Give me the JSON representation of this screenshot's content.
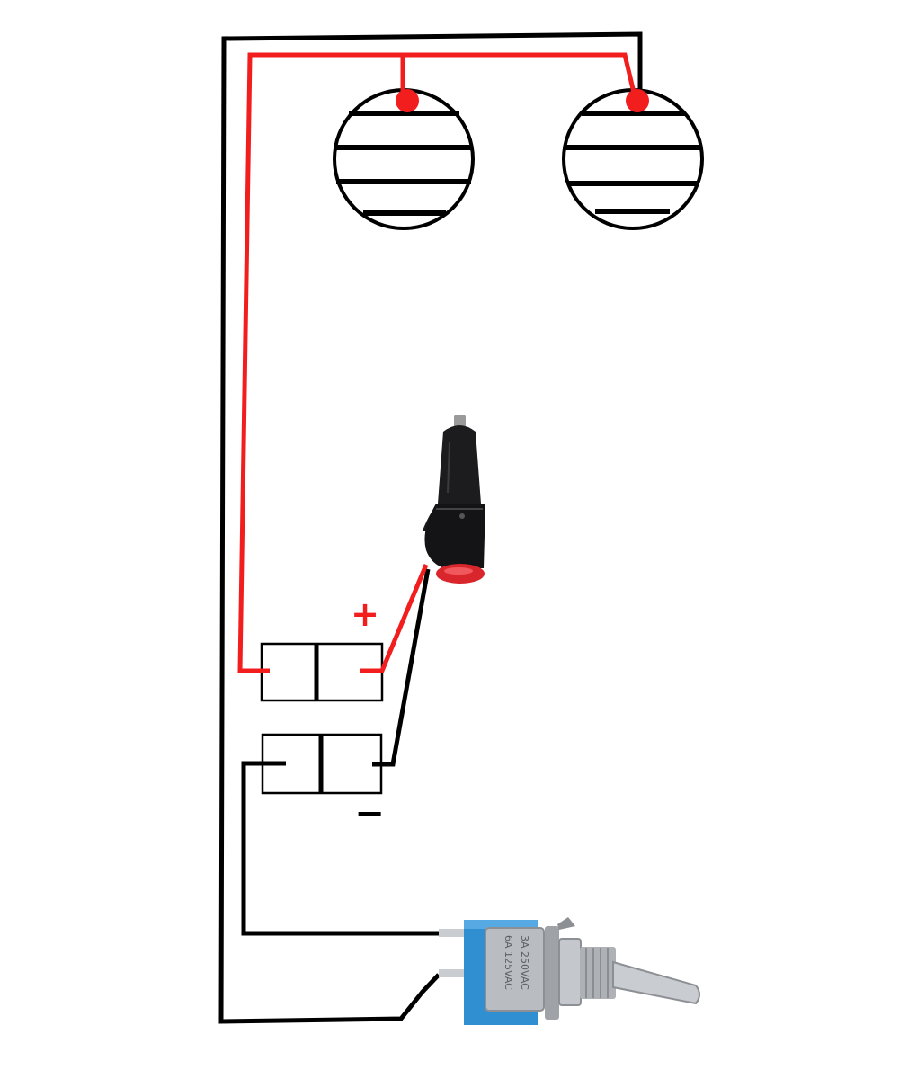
{
  "colors": {
    "positive_wire": "#f21d1d",
    "negative_wire": "#000000",
    "background": "#ffffff",
    "plug_body": "#1c1c1e",
    "plug_button": "#d9262d",
    "switch_body": "#2f8fd0",
    "switch_metal": "#b9bcc0"
  },
  "labels": {
    "positive": "+",
    "negative": "−"
  },
  "switch_marking": {
    "line1": "6A 125VAC",
    "line2": "3A 250VAC"
  },
  "components": {
    "lamps": [
      "lamp-left-icon",
      "lamp-right-icon"
    ],
    "plug": "cigarette-lighter-plug-icon",
    "switch": "toggle-switch-icon",
    "connector_blocks": [
      "terminal-block-positive",
      "terminal-block-negative"
    ]
  }
}
